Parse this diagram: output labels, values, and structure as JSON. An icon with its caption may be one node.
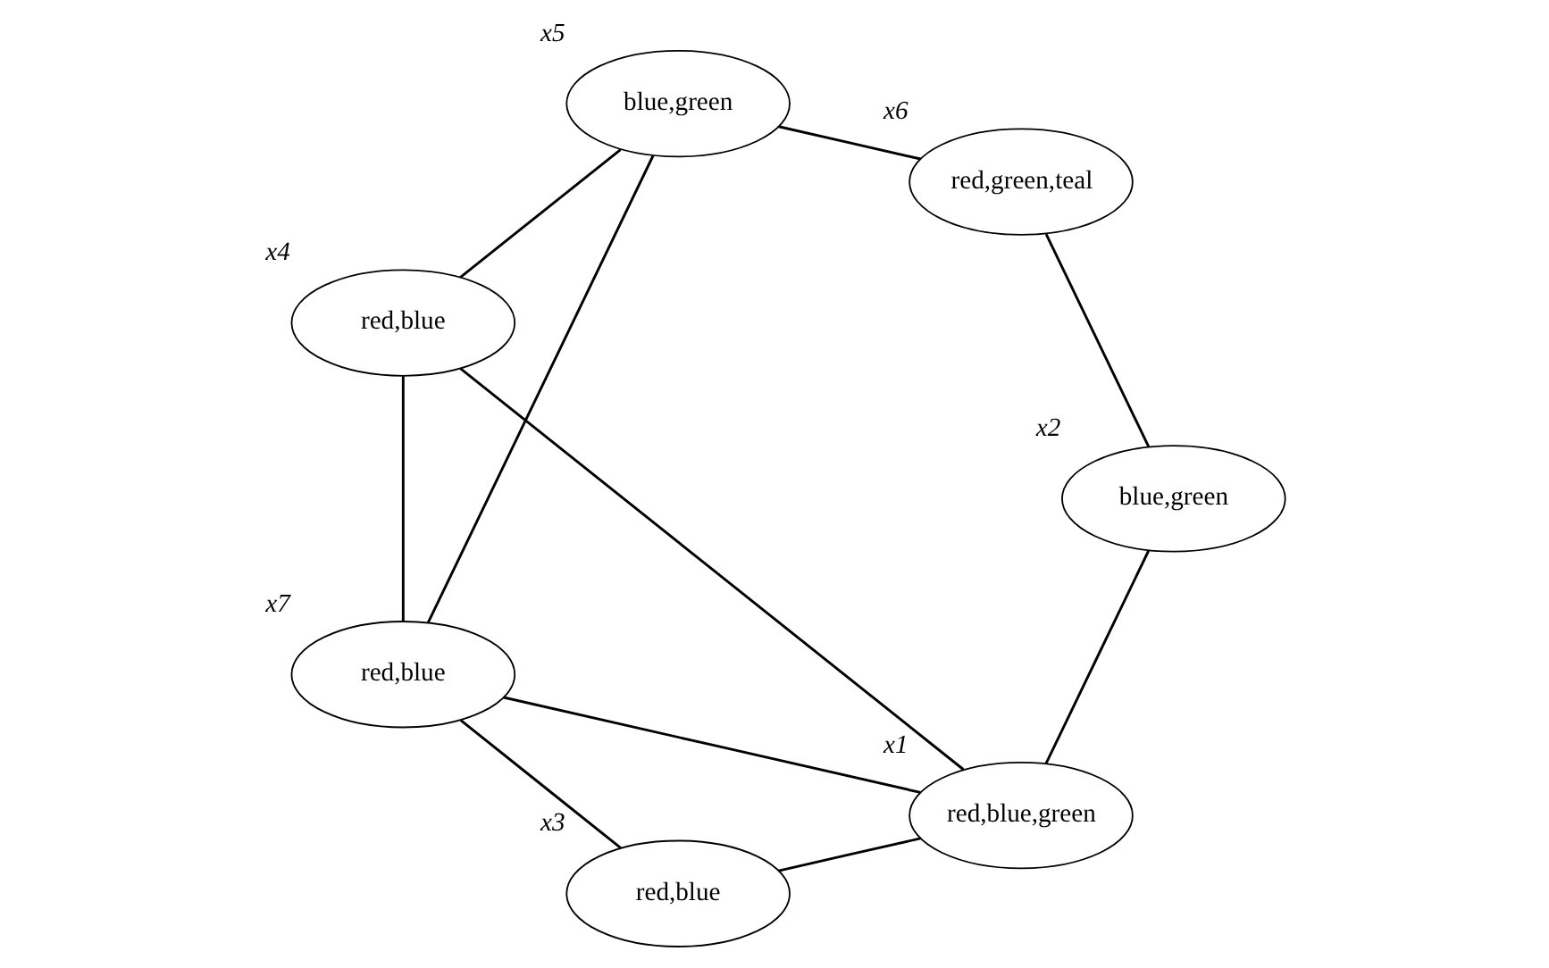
{
  "diagram": {
    "nodes": [
      {
        "text": [
          "red,blue,green"
        ],
        "beside": [
          "x1"
        ]
      },
      {
        "text": [
          "red,blue"
        ],
        "beside": [
          "x7"
        ]
      },
      {
        "text": [
          "blue,green"
        ],
        "beside": [
          "x2"
        ]
      },
      {
        "text": [
          "red,green,teal"
        ],
        "beside": [
          "x6"
        ]
      },
      {
        "text": [
          "red,blue"
        ],
        "beside": [
          "x3"
        ]
      },
      {
        "text": [
          "blue,green"
        ],
        "beside": [
          "x5"
        ]
      },
      {
        "text": [
          "red,blue"
        ],
        "beside": [
          "x4"
        ]
      }
    ],
    "edges": [
      {
        "from": 0,
        "to": 1,
        "arrow": "none"
      },
      {
        "from": 0,
        "to": 2,
        "arrow": "none"
      },
      {
        "from": 0,
        "to": 4,
        "arrow": "none"
      },
      {
        "from": 0,
        "to": 6,
        "arrow": "none"
      },
      {
        "from": 1,
        "to": 4,
        "arrow": "none"
      },
      {
        "from": 1,
        "to": 6,
        "arrow": "none"
      },
      {
        "from": 1,
        "to": 5,
        "arrow": "none"
      },
      {
        "from": 2,
        "to": 3,
        "arrow": "none"
      },
      {
        "from": 3,
        "to": 5,
        "arrow": "none"
      },
      {
        "from": 5,
        "to": 6,
        "arrow": "none"
      }
    ]
  }
}
